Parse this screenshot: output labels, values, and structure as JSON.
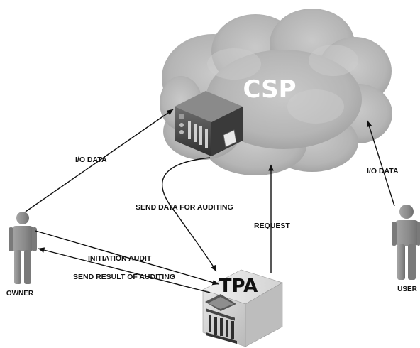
{
  "nodes": {
    "csp": "CSP",
    "tpa": "TPA",
    "owner": "OWNER",
    "user": "USER"
  },
  "edges": {
    "owner_io": "I/O DATA",
    "user_io": "I/O DATA",
    "send_data": "SEND DATA FOR AUDITING",
    "request": "REQUEST",
    "initiation": "INITIATION AUDIT",
    "send_result": "SEND RESULT OF AUDITING"
  },
  "colors": {
    "cloud": "#b9b9b9",
    "cloud_dark": "#9a9a9a",
    "actor": "#8f8f8f",
    "arrow": "#111111",
    "box_top": "#dcdcdc",
    "box_front": "#cfcfcf"
  }
}
